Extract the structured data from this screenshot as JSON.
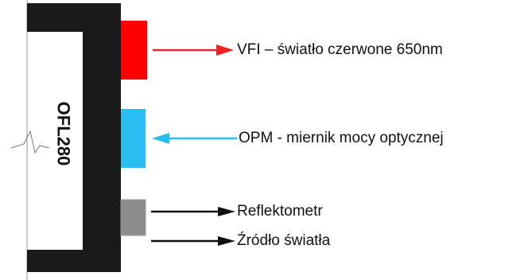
{
  "device": {
    "model_label": "OFL280"
  },
  "ports": [
    {
      "id": "vfi",
      "color": "#ff0000",
      "arrow_color": "#ee2222",
      "arrow_direction": "out",
      "label": "VFI – światło czerwone 650nm"
    },
    {
      "id": "opm",
      "color": "#29bdf0",
      "arrow_color": "#29bdf0",
      "arrow_direction": "in",
      "label": "OPM - miernik mocy optycznej"
    },
    {
      "id": "otdr",
      "color": "#8c8c8c",
      "arrow_color": "#111111",
      "arrow_direction": "out",
      "label": "Reflektometr"
    },
    {
      "id": "source",
      "color": "#8c8c8c",
      "arrow_color": "#111111",
      "arrow_direction": "out",
      "label": "Źródło światła"
    }
  ],
  "colors": {
    "casing": "#1a1a1a",
    "edge_line": "#9a9a9a"
  }
}
